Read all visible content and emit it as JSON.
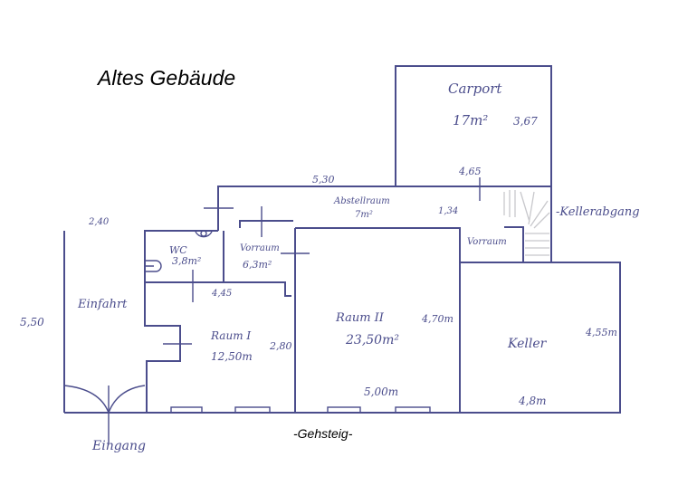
{
  "title": "Altes Gebäude",
  "street_label": "-Gehsteig-",
  "rooms": {
    "carport": {
      "name": "Carport",
      "area": "17m²",
      "dim": "3,67"
    },
    "abstellraum": {
      "name": "Abstellraum",
      "area": "7m²",
      "dim": "1,34"
    },
    "wc": {
      "name": "WC",
      "area": "3,8m²"
    },
    "vorraum_left": {
      "name": "Vorraum",
      "area": "6,3m²"
    },
    "raum1": {
      "name": "Raum I",
      "area": "12,50m",
      "dim": "2,80"
    },
    "raum2": {
      "name": "Raum II",
      "area": "23,50m²",
      "dim_height": "4,70m",
      "dim_width": "5,00m"
    },
    "keller": {
      "name": "Keller",
      "dim_height": "4,55m",
      "dim_width": "4,8m"
    },
    "vorraum_right": {
      "name": "Vorraum"
    },
    "einfahrt": {
      "name": "Einfahrt",
      "dim_width": "2,40",
      "dim_height": "5,50"
    }
  },
  "dimensions": {
    "top": "5,30",
    "carport_width": "4,65",
    "wc_width": "4,45"
  },
  "labels": {
    "kellerabgang": "-Kellerabgang",
    "eingang": "Eingang"
  },
  "colors": {
    "ink": "#4b4d8c"
  }
}
